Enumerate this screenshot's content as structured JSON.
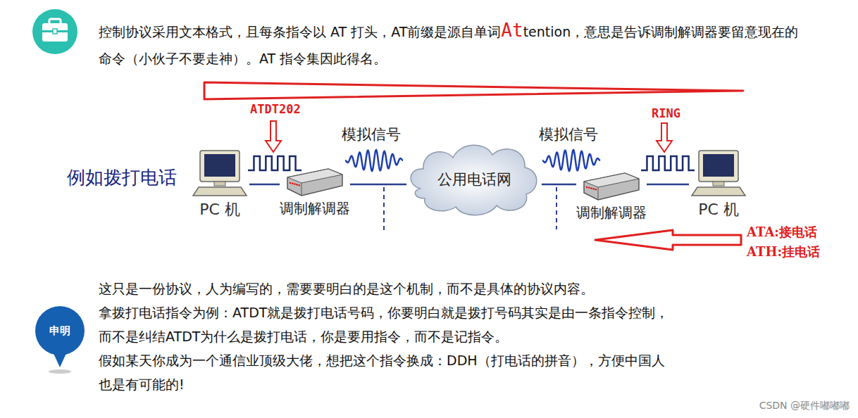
{
  "diagram": {
    "nodes": [
      {
        "text": [
          "PC 机"
        ]
      },
      {
        "text": [
          "调制解调器"
        ]
      },
      {
        "text": [
          "公用电话网"
        ]
      },
      {
        "text": [
          "调制解调器"
        ]
      },
      {
        "text": [
          "PC 机"
        ]
      },
      {
        "text": [
          "申明"
        ]
      }
    ],
    "edges": [
      {
        "from": 0,
        "to": 1,
        "arrow": "none"
      },
      {
        "from": 1,
        "to": 2,
        "arrow": "none"
      },
      {
        "from": 2,
        "to": 3,
        "arrow": "none"
      },
      {
        "from": 3,
        "to": 4,
        "arrow": "none"
      }
    ],
    "labels": [
      "控制协议采用文本格式，且每条指令以 AT 打头，AT前缀是源自单词",
      "At",
      "tention，意思是告诉调制解调器要留意现在的命令（小伙子不要走神）。AT 指令集因此得名。",
      "ATDT202",
      "RING",
      "例如拨打电话",
      "模拟信号",
      "模拟信号",
      "ATA:接电话",
      "ATH:挂电话",
      "这只是一份协议，人为编写的，需要要明白的是这个机制，而不是具体的协议内容。",
      "拿拨打电话指令为例：ATDT就是拨打电话号码，你要明白就是拨打号码其实是由一条指令控制，",
      "而不是纠结ATDT为什么是拨打电话，你是要用指令，而不是记指令。",
      "假如某天你成为一个通信业顶级大佬，想把这个指令换成：DDH（打电话的拼音），方便中国人",
      "也是有可能的!",
      "CSDN @硬件嘟嘟嘟"
    ]
  }
}
